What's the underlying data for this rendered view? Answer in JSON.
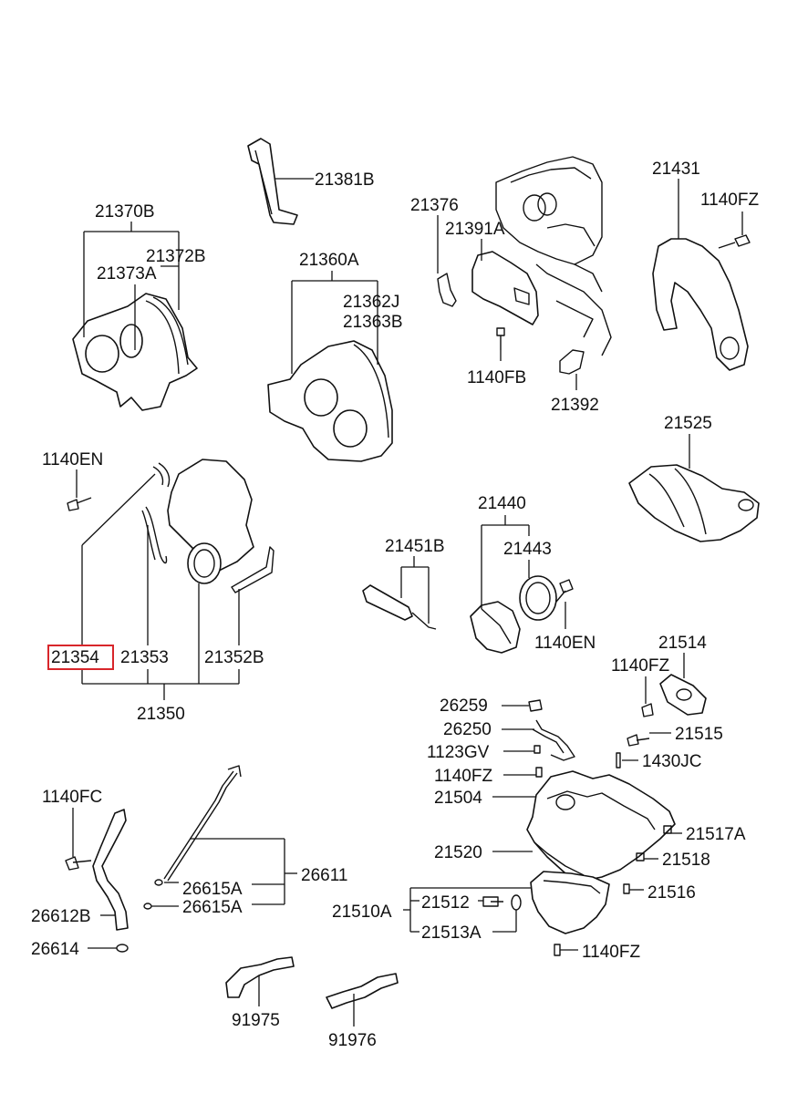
{
  "diagram": {
    "highlight_color": "#d8262b",
    "highlighted_part": "21354",
    "labels": {
      "p21381B": "21381B",
      "p21370B": "21370B",
      "p21372B": "21372B",
      "p21373A": "21373A",
      "p21360A": "21360A",
      "p21362J": "21362J",
      "p21363B": "21363B",
      "p21376": "21376",
      "p21391A": "21391A",
      "p1140FB": "1140FB",
      "p21392": "21392",
      "p21431": "21431",
      "p1140FZ_top": "1140FZ",
      "p21525": "21525",
      "p1140EN_left": "1140EN",
      "p21354": "21354",
      "p21353": "21353",
      "p21352B": "21352B",
      "p21350": "21350",
      "p21451B": "21451B",
      "p21440": "21440",
      "p21443": "21443",
      "p1140EN_right": "1140EN",
      "p21514": "21514",
      "p1140FZ_mid": "1140FZ",
      "p26259": "26259",
      "p26250": "26250",
      "p21515": "21515",
      "p1123GV": "1123GV",
      "p1430JC": "1430JC",
      "p1140FZ_pan": "1140FZ",
      "p21504": "21504",
      "p21520": "21520",
      "p21517A": "21517A",
      "p21518": "21518",
      "p21516": "21516",
      "p21510A": "21510A",
      "p21512": "21512",
      "p21513A": "21513A",
      "p1140FZ_bottom": "1140FZ",
      "p1140FC": "1140FC",
      "p26611": "26611",
      "p26615A_1": "26615A",
      "p26615A_2": "26615A",
      "p26612B": "26612B",
      "p26614": "26614",
      "p91975": "91975",
      "p91976": "91976"
    }
  }
}
